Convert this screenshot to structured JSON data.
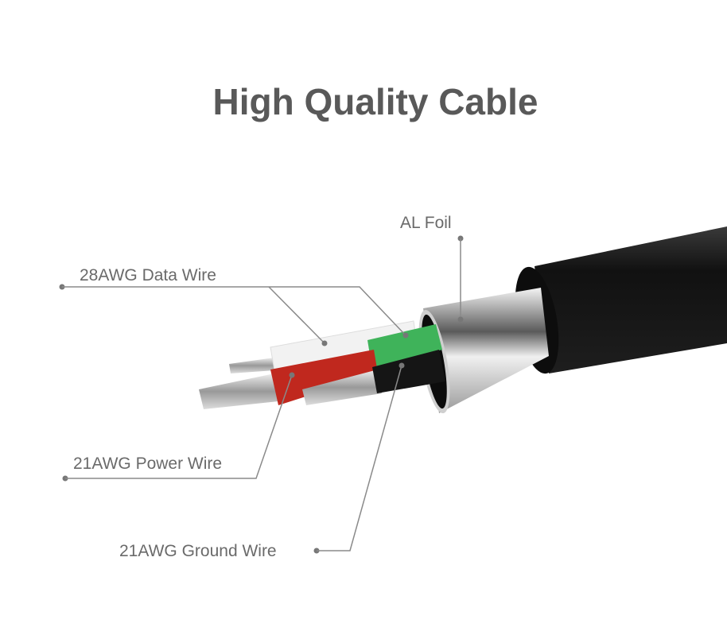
{
  "title": "High Quality Cable",
  "labels": {
    "foil": "AL Foil",
    "data_wire": "28AWG Data Wire",
    "power_wire": "21AWG Power Wire",
    "ground_wire": "21AWG Ground Wire"
  },
  "colors": {
    "jacket": "#1c1c1c",
    "foil": "#d8d8d8",
    "green": "#3fb35a",
    "red": "#c0281e",
    "black_wire": "#151515",
    "white_wire": "#f2f2f2"
  }
}
